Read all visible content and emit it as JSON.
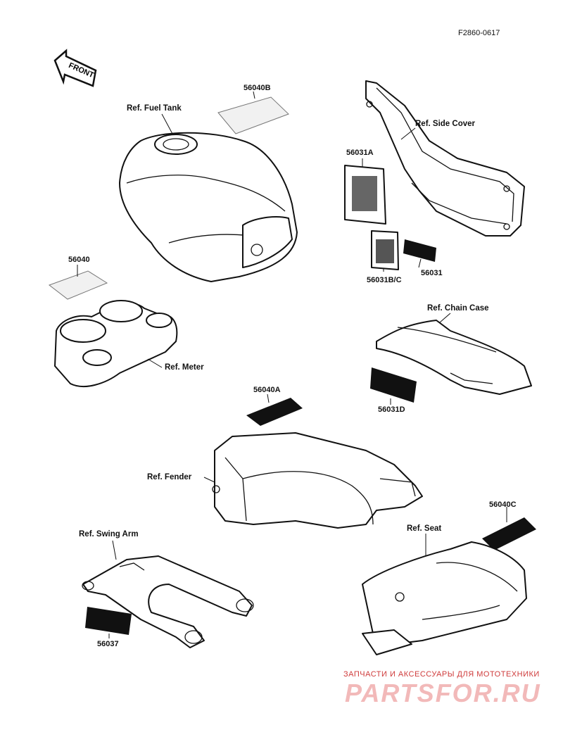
{
  "figure_code": "F2860-0617",
  "front_arrow": "FRONT",
  "labels": {
    "fuel_tank": "Ref. Fuel Tank",
    "side_cover": "Ref. Side Cover",
    "meter": "Ref. Meter",
    "chain_case": "Ref. Chain Case",
    "fender": "Ref. Fender",
    "swing_arm": "Ref. Swing Arm",
    "seat": "Ref. Seat"
  },
  "parts": {
    "p56040B": "56040B",
    "p56031A": "56031A",
    "p56040": "56040",
    "p56031BC": "56031B/C",
    "p56031": "56031",
    "p56031D": "56031D",
    "p56040A": "56040A",
    "p56040C": "56040C",
    "p56037": "56037"
  },
  "watermark": {
    "line1": "ЗАПЧАСТИ И АКСЕССУАРЫ ДЛЯ МОТОТЕХНИКИ",
    "line2": "PARTSFOR.RU"
  }
}
